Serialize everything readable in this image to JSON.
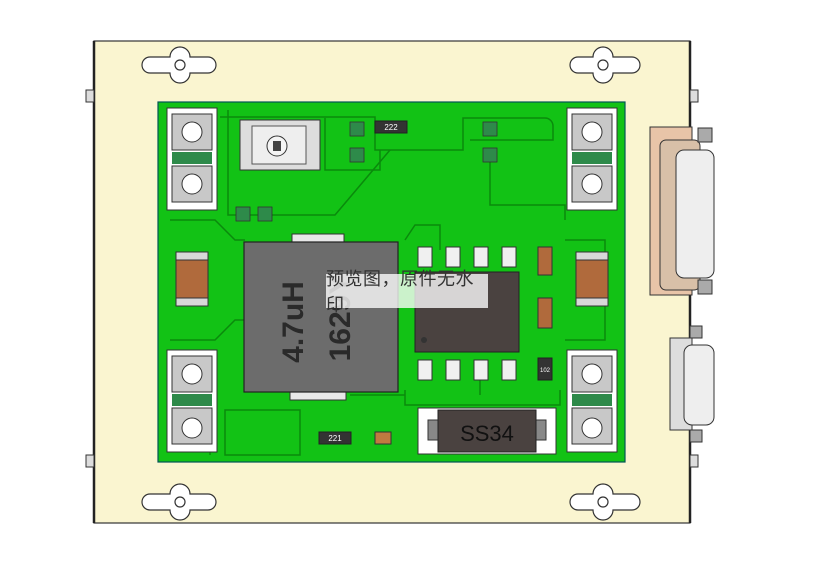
{
  "inductor": {
    "line1": "4.7uH",
    "line2": "1629Y"
  },
  "diode": {
    "label": "SS34"
  },
  "small_labels": {
    "top_resistor": "222",
    "bottom_resistor": "221",
    "right_resistor": "102"
  },
  "watermark": "预览图，原件无水印",
  "colors": {
    "plate": "#faf5d0",
    "pcb": "#12c215",
    "trace": "#0a8a0c",
    "pad": "#2e8a4a",
    "ic": "#4a4240"
  }
}
